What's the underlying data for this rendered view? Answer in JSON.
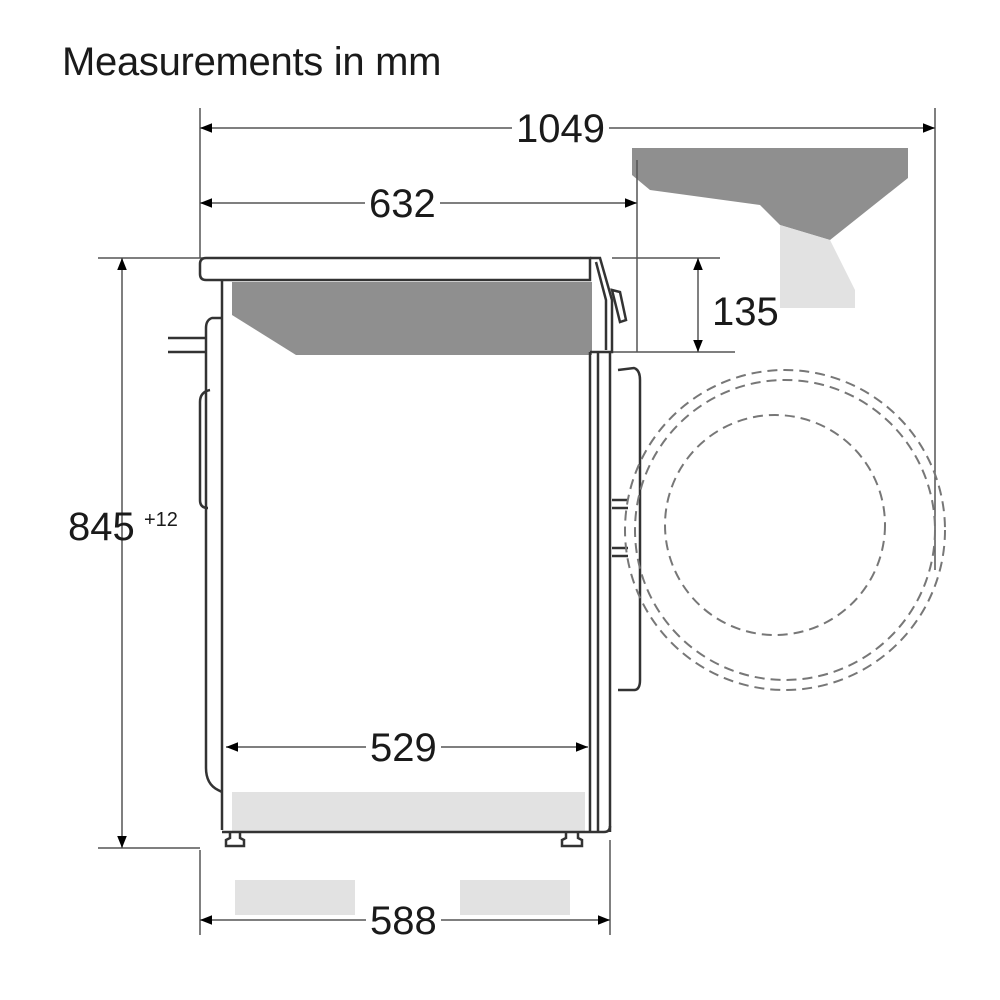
{
  "title": "Measurements in mm",
  "dimensions": {
    "total_depth_door_open": "1049",
    "depth_with_door": "632",
    "top_to_door_top": "135",
    "height": "845",
    "height_tolerance": "+12",
    "inner_depth": "529",
    "body_depth": "588"
  },
  "colors": {
    "line": "#333333",
    "arrow": "#000000",
    "dashed": "#777777",
    "shadow_dark": "#8f8f8f",
    "shadow_light": "#e2e2e2"
  }
}
